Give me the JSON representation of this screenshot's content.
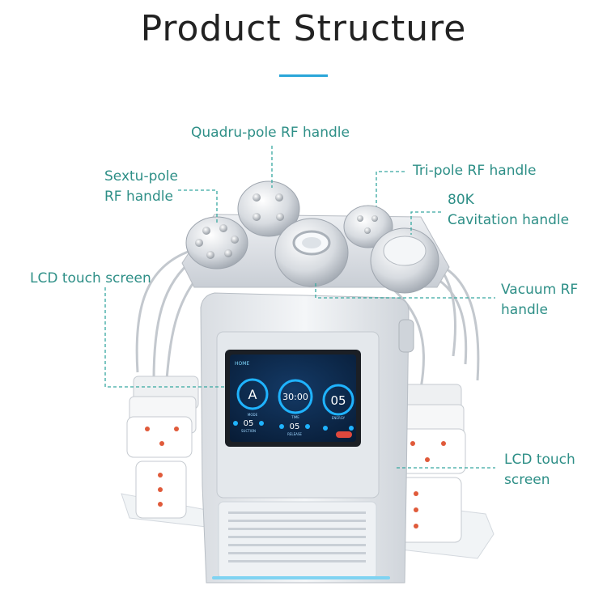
{
  "header": {
    "title": "Product Structure",
    "accent_color": "#2aa6d9"
  },
  "labels": {
    "quadru_pole": "Quadru-pole RF handle",
    "sextu_pole_line1": "Sextu-pole",
    "sextu_pole_line2": "RF handle",
    "tri_pole": "Tri-pole RF handle",
    "cavitation_line1": "80K",
    "cavitation_line2": "Cavitation handle",
    "lcd_left": "LCD  touch screen",
    "vacuum_line1": "Vacuum RF",
    "vacuum_line2": "handle",
    "lcd_right_line1": "LCD  touch",
    "lcd_right_line2": "screen",
    "color": "#2e8f87"
  },
  "screen": {
    "home": "HOME",
    "mode_value": "A",
    "mode_label": "MODE",
    "time_value": "30:00",
    "time_label": "TIME",
    "energy_value": "05",
    "energy_label": "ENERGY",
    "suction_value": "05",
    "suction_label": "SUCTION",
    "release_value": "05",
    "release_label": "RELEASE"
  }
}
